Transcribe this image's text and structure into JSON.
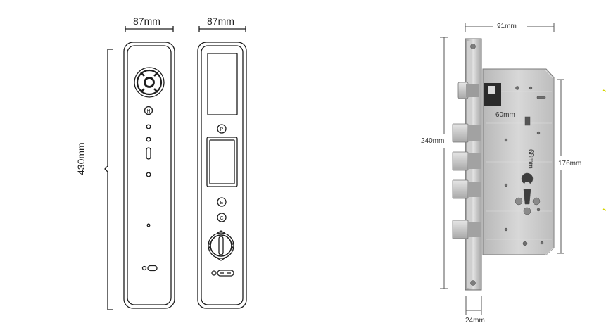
{
  "front_panel": {
    "width_label": "87mm",
    "height_label": "430mm",
    "buttons": {
      "h": "H"
    }
  },
  "back_panel": {
    "width_label": "87mm",
    "buttons": {
      "p": "P",
      "e": "E",
      "c": "C"
    }
  },
  "mortise": {
    "width_label": "91mm",
    "height_label": "240mm",
    "inner_height_label": "176mm",
    "center_label": "60mm",
    "backset_label": "68mm",
    "faceplate_label": "24mm"
  },
  "colors": {
    "line": "#1e1e1e",
    "steel": "#c9c9c9",
    "steel_dark": "#8d8d8d",
    "accent": "#d6d600"
  }
}
